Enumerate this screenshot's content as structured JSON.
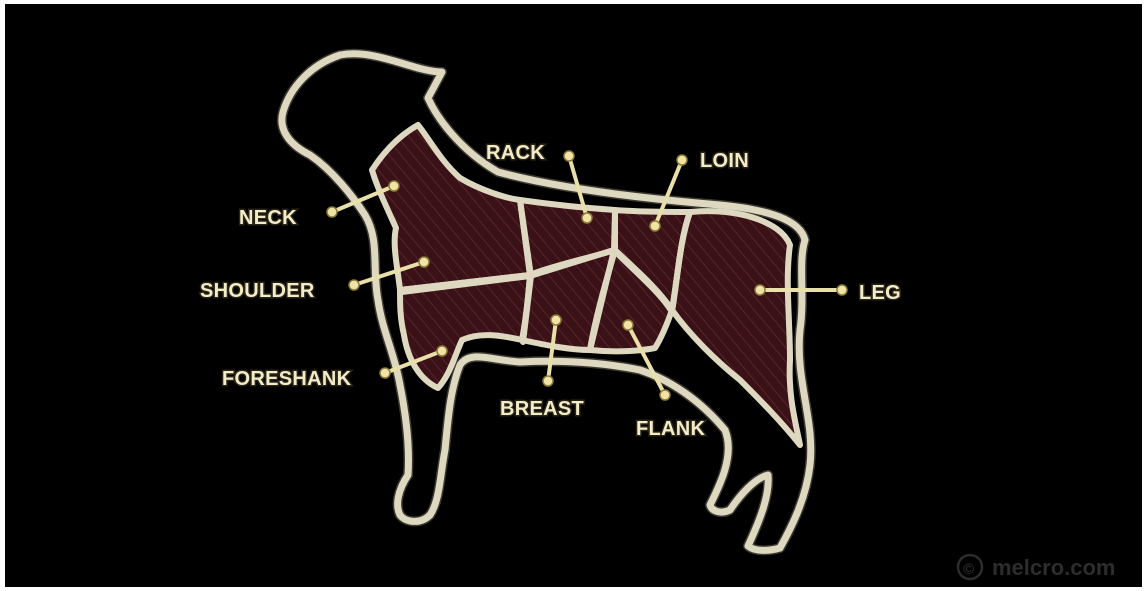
{
  "labels": {
    "neck": "NECK",
    "shoulder": "SHOULDER",
    "foreshank": "FORESHANK",
    "rack": "RACK",
    "breast": "BREAST",
    "loin": "LOIN",
    "flank": "FLANK",
    "leg": "LEG"
  },
  "watermark": {
    "symbol": "©",
    "text": "melcro.com"
  },
  "colors": {
    "background": "#000000",
    "outline": "#ddd8bf",
    "meat": "#3a1116",
    "label_text": "#f3ecc8"
  }
}
